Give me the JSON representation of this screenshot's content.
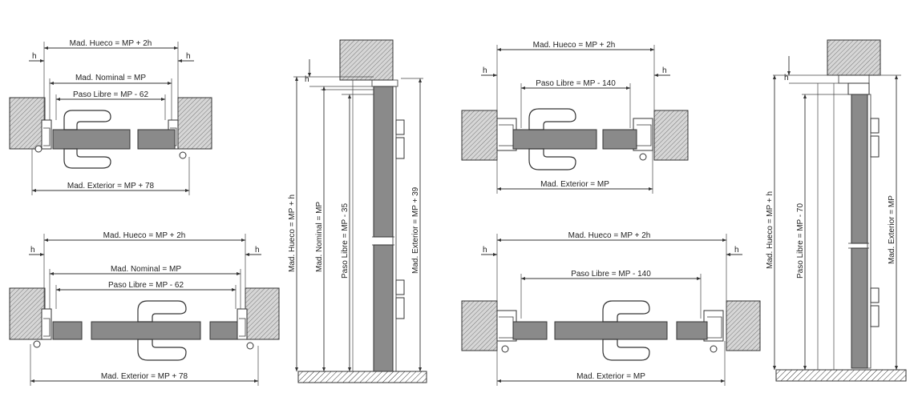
{
  "labels": {
    "h": "h",
    "hueco_h": "Mad. Hueco = MP + 2h",
    "nominal": "Mad. Nominal = MP",
    "paso_62": "Paso Libre = MP - 62",
    "exterior_78": "Mad. Exterior = MP + 78",
    "paso_140": "Paso Libre = MP - 140",
    "exterior_mp": "Mad. Exterior = MP",
    "hueco_v": "Mad. Hueco = MP + h",
    "paso_35": "Paso Libre = MP - 35",
    "exterior_39": "Mad. Exterior = MP + 39",
    "paso_70": "Paso Libre = MP - 70"
  },
  "colors": {
    "leaf": "#8a8a8a",
    "line": "#333333",
    "hatch": "#555555"
  }
}
